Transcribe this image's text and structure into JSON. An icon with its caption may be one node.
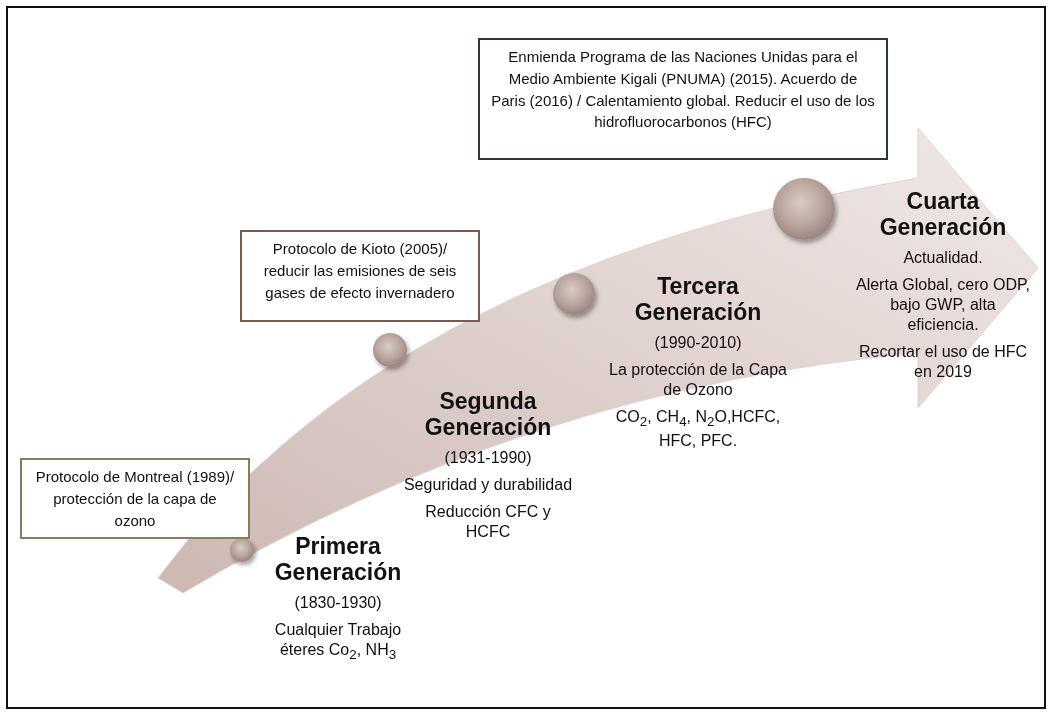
{
  "diagram": {
    "nodes": [
      {
        "text": [],
        "shape": "arrow"
      },
      {
        "text": [
          "Protocolo de Montreal (1989)/ protección de la capa de ozono"
        ]
      },
      {
        "text": [],
        "shape": "circle",
        "in": 0,
        "beside": [
          "Primera Generación",
          "(1830-1930)",
          "Cualquier Trabajo éteres Co$_{2}$, NH$_{3}$"
        ]
      },
      {
        "text": [
          "Protocolo de Kioto (2005)/ reducir las emisiones de seis gases de efecto invernadero"
        ]
      },
      {
        "text": [],
        "shape": "circle",
        "in": 0,
        "beside": [
          "Segunda Generación",
          "(1931-1990)",
          "Seguridad y durabilidad",
          "Reducción CFC y HCFC"
        ]
      },
      {
        "text": [
          "Enmienda Programa de las Naciones Unidas para el Medio Ambiente Kigali (PNUMA) (2015). Acuerdo de Paris (2016) / Calentamiento global. Reducir el uso de los hidrofluorocarbonos (HFC)"
        ]
      },
      {
        "text": [],
        "shape": "circle",
        "in": 0,
        "beside": [
          "Tercera Generación",
          "(1990-2010)",
          "La protección de la Capa de Ozono",
          "CO$_{2}$, CH$_{4}$, N$_{2}$O,HCFC, HFC, PFC."
        ]
      },
      {
        "text": [],
        "shape": "circle",
        "in": 0,
        "beside": [
          "Cuarta Generación",
          "Actualidad.",
          "Alerta Global, cero ODP, bajo GWP, alta eficiencia.",
          "Recortar el uso de HFC en 2019"
        ]
      }
    ],
    "edges": []
  }
}
